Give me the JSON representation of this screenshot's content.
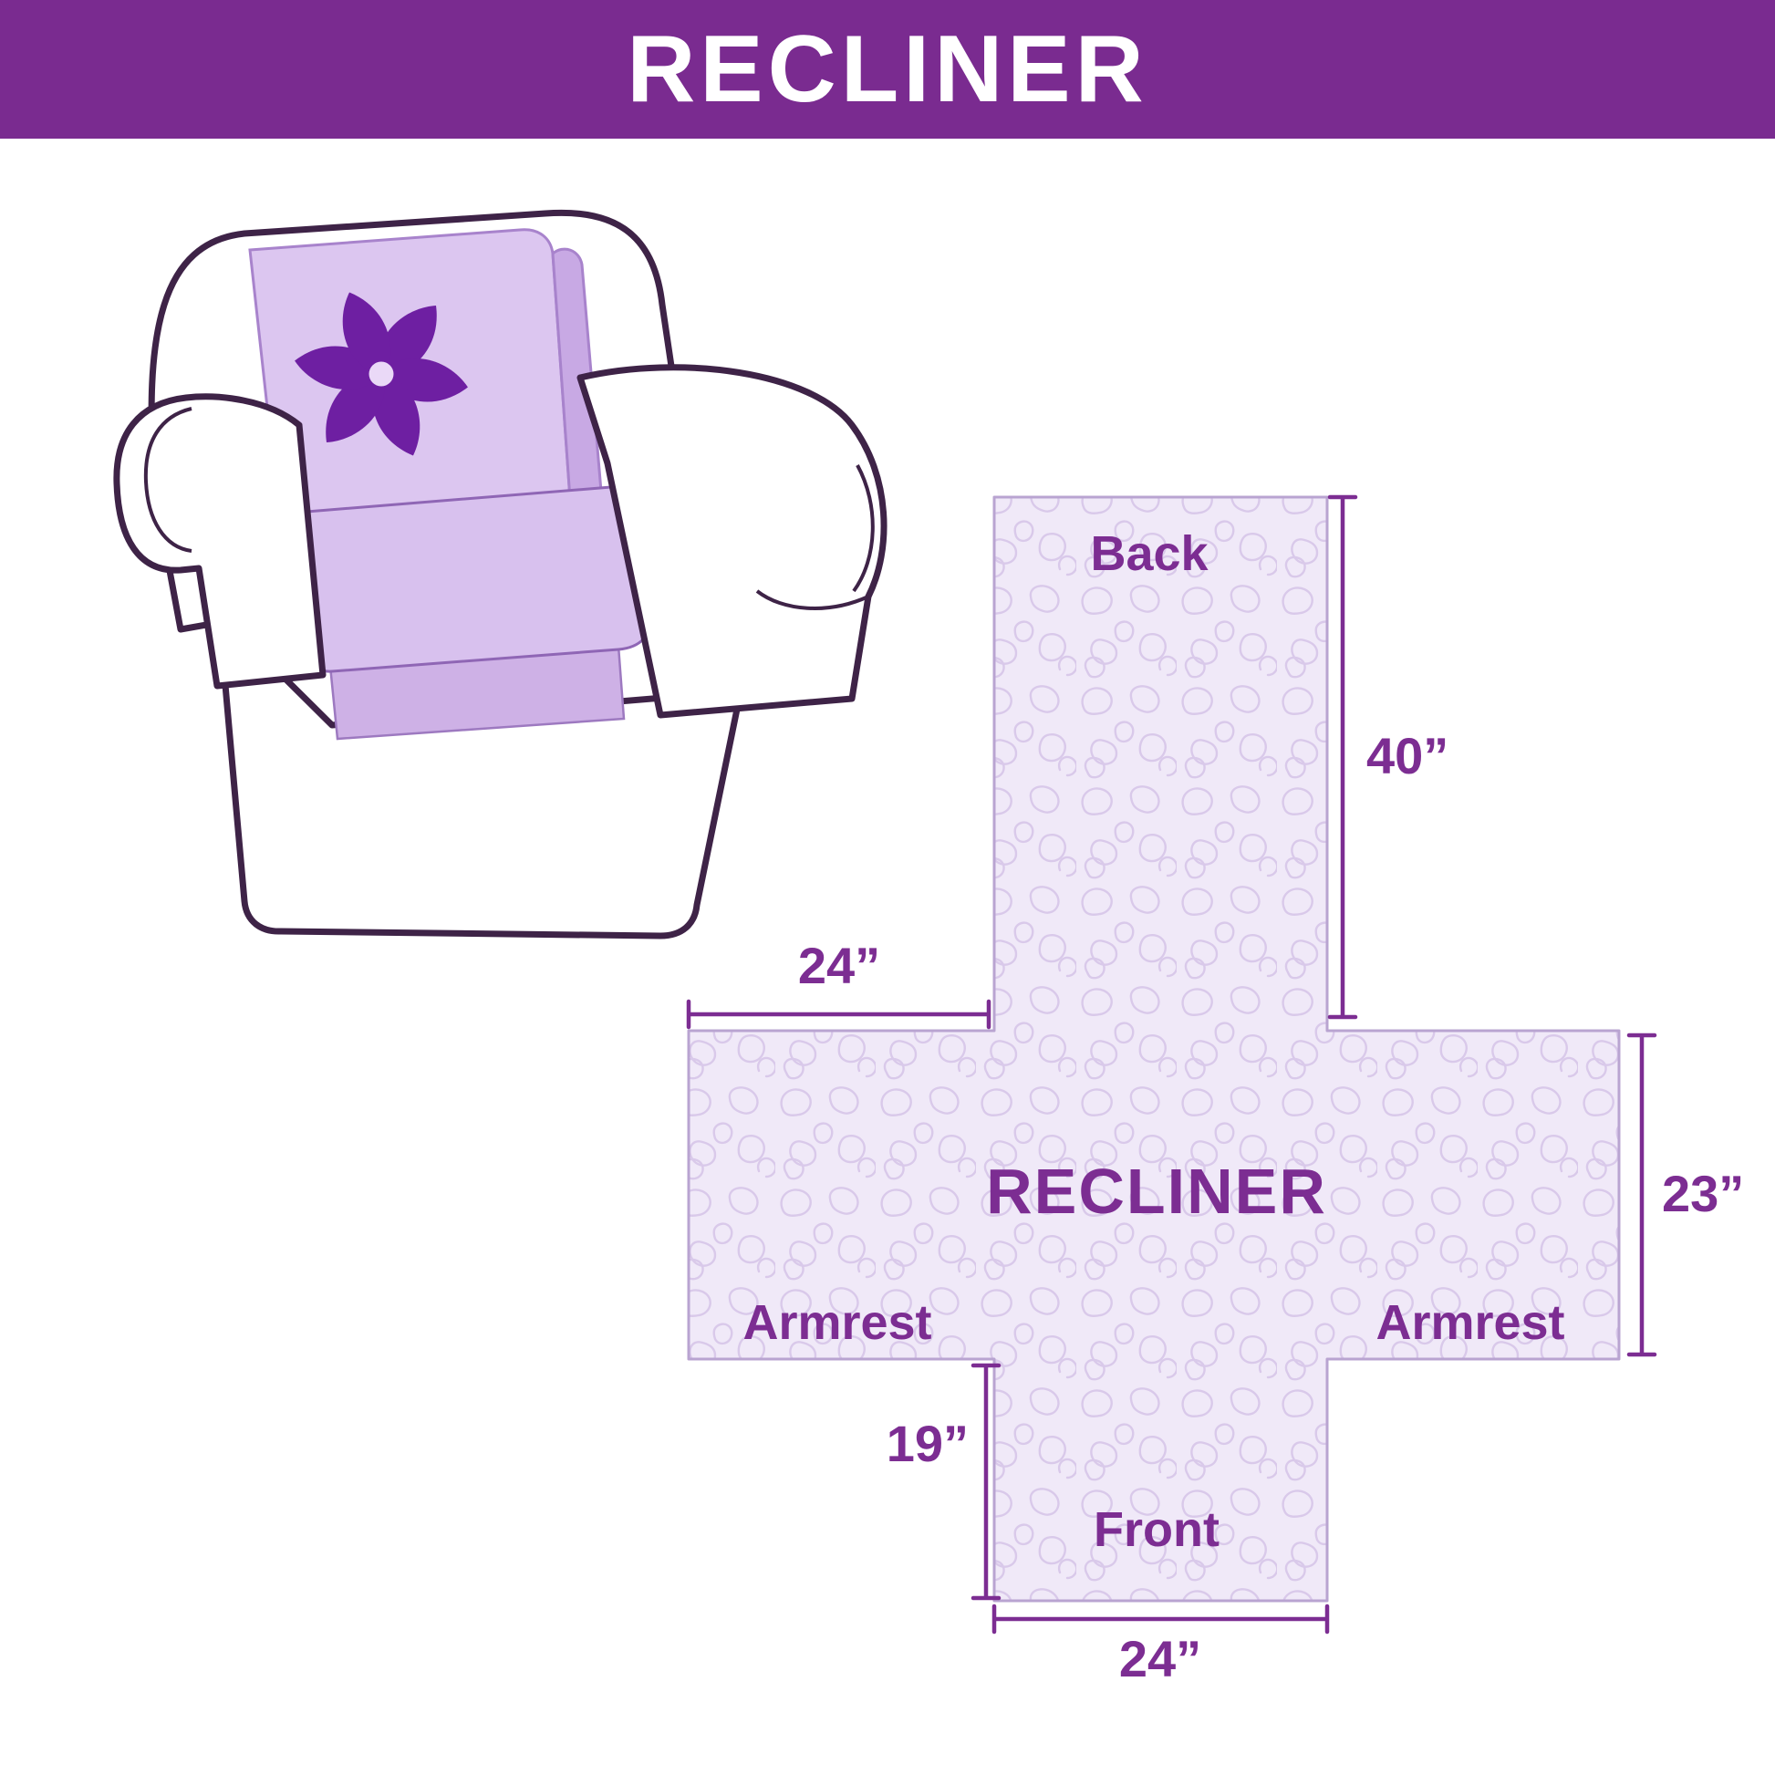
{
  "header": {
    "title": "RECLINER"
  },
  "chair": {
    "logo_icon": "pinwheel-icon"
  },
  "diagram": {
    "center_label": "RECLINER",
    "back_label": "Back",
    "front_label": "Front",
    "armrest_left_label": "Armrest",
    "armrest_right_label": "Armrest",
    "dims": {
      "back_height": "40”",
      "back_width": "24”",
      "armrest_depth": "23”",
      "front_height": "19”",
      "front_width": "24”"
    }
  },
  "colors": {
    "header_bg": "#7a2b90",
    "accent_purple": "#7c2d92",
    "cover_lavender": "#dcc6f0",
    "cross_fill": "#f0e9f8",
    "outline_dark": "#3e2347"
  }
}
